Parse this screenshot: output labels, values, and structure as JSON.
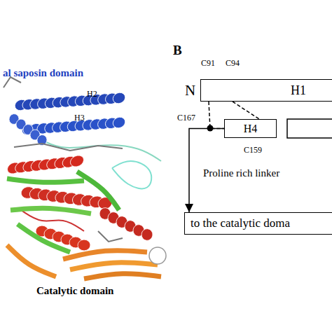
{
  "diagram": {
    "nodes": [
      {
        "text": [
          "H1"
        ]
      },
      {
        "text": [
          "H4"
        ]
      },
      {
        "text": [
          "to the catalytic doma"
        ]
      }
    ],
    "edges": [
      {
        "from": 0,
        "to": 1,
        "arrow": "none"
      },
      {
        "from": 0,
        "to": 1,
        "arrow": "none"
      },
      {
        "from": 1,
        "to": 2,
        "label": "Proline rich linker",
        "arrow": "to"
      }
    ],
    "labels": [
      "al saposin domain",
      "H2",
      "H3",
      "Catalytic domain",
      "B",
      "N",
      "C91",
      "C94",
      "C167",
      "C159"
    ]
  }
}
